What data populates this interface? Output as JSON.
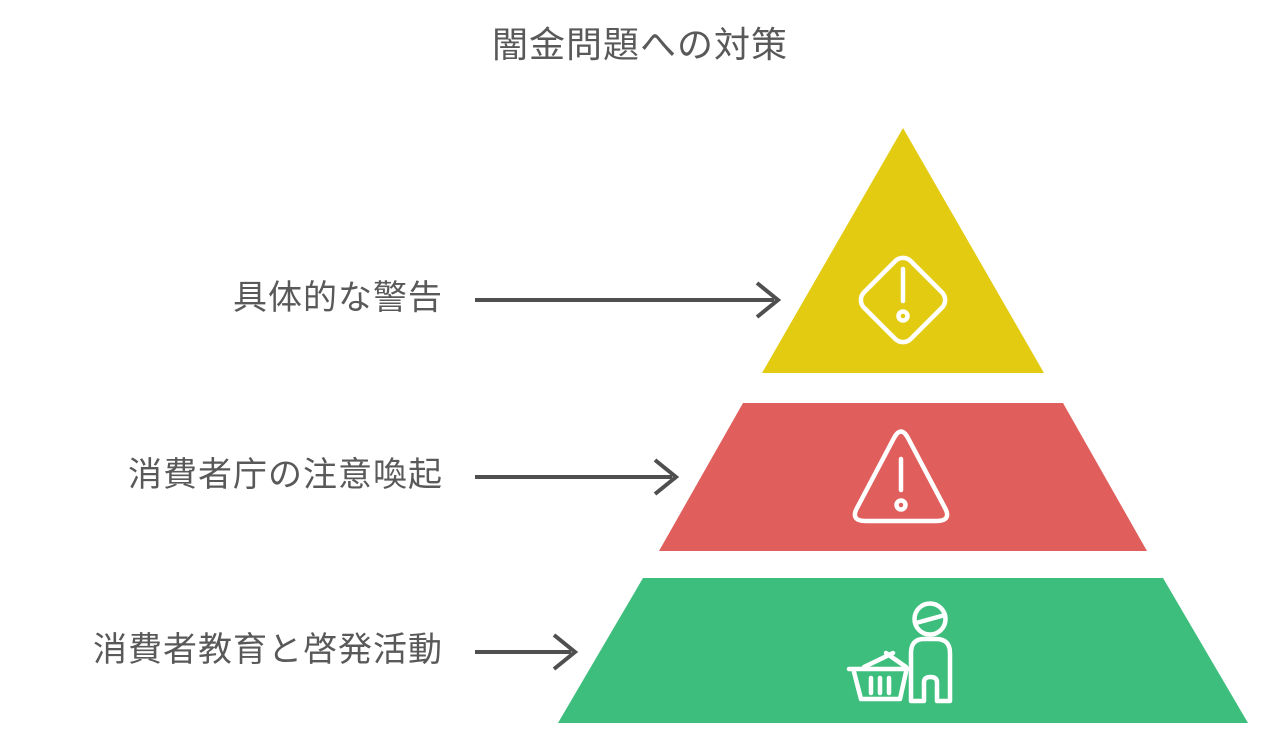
{
  "title": "闇金問題への対策",
  "levels": [
    {
      "label": "具体的な警告",
      "color": "#e2cb11",
      "icon": "alert-diamond-icon"
    },
    {
      "label": "消費者庁の注意喚起",
      "color": "#e05f5c",
      "icon": "warning-triangle-icon"
    },
    {
      "label": "消費者教育と啓発活動",
      "color": "#3dbe7d",
      "icon": "consumer-shopper-icon"
    }
  ],
  "colors": {
    "text": "#595959",
    "arrow": "#4f4f4f",
    "icon_stroke": "#ffffff",
    "background": "#ffffff"
  }
}
